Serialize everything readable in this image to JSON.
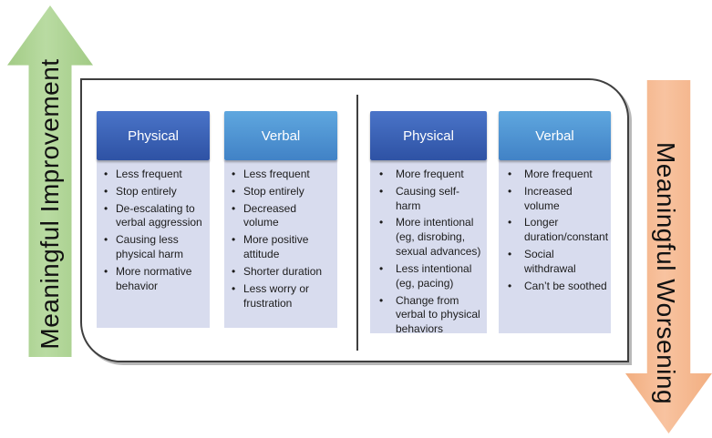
{
  "arrows": {
    "improvement": {
      "label": "Meaningful Improvement"
    },
    "worsening": {
      "label": "Meaningful Worsening"
    }
  },
  "panel": {
    "columns": [
      {
        "title": "Physical",
        "group": "improvement",
        "items": [
          "Less frequent",
          "Stop entirely",
          "De-escalating to verbal aggression",
          "Causing less physical harm",
          "More normative behavior"
        ]
      },
      {
        "title": "Verbal",
        "group": "improvement",
        "items": [
          "Less frequent",
          "Stop entirely",
          "Decreased volume",
          "More positive attitude",
          "Shorter duration",
          "Less worry or frustration"
        ]
      },
      {
        "title": "Physical",
        "group": "worsening",
        "items": [
          "More frequent",
          "Causing self-harm",
          "More intentional (eg, disrobing, sexual advances)",
          "Less intentional (eg, pacing)",
          "Change from verbal to physical behaviors"
        ]
      },
      {
        "title": "Verbal",
        "group": "worsening",
        "items": [
          "More frequent",
          "Increased volume",
          "Longer duration/constant",
          "Social withdrawal",
          "Can’t be soothed"
        ]
      }
    ]
  },
  "colors": {
    "improvement_arrow": "#b9dba2",
    "improvement_arrow_edge": "#a2cb85",
    "worsening_arrow": "#f8c3a0",
    "worsening_arrow_edge": "#f2ae80",
    "physical_header_top": "#4a74c8",
    "physical_header_bottom": "#2e52a4",
    "verbal_header_top": "#5fa7df",
    "verbal_header_bottom": "#4182c6",
    "card_body": "#d8dcee",
    "outline": "#3f3f3f"
  }
}
